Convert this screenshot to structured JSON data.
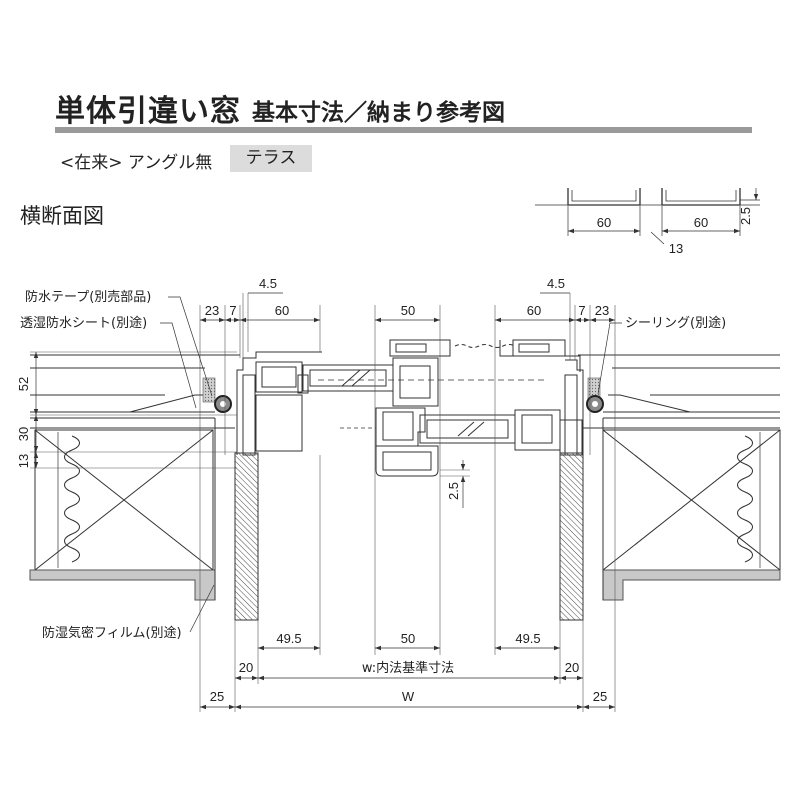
{
  "title": {
    "main": "単体引違い窓",
    "sub": "基本寸法／納まり参考図"
  },
  "subtitle": {
    "type": "<在来> アングル無",
    "badge": "テラス"
  },
  "section_label": "横断面図",
  "inset": {
    "left_width": "60",
    "right_width": "60",
    "gap": "13",
    "depth": "2.5"
  },
  "callouts": {
    "waterproof_tape": "防水テープ(別売部品)",
    "breathable_sheet": "透湿防水シート(別途)",
    "sealing": "シーリング(別途)",
    "vapor_film": "防湿気密フィルム(別途)"
  },
  "dims": {
    "top_left": {
      "offset": "4.5",
      "outer": "23",
      "gap": "7",
      "frame": "60"
    },
    "top_center": {
      "meeting": "50"
    },
    "top_right": {
      "offset": "4.5",
      "frame": "60",
      "gap": "7",
      "outer": "23"
    },
    "left_vertical": {
      "upper": "52",
      "middle": "30",
      "lower": "13"
    },
    "center_vertical": {
      "clearance": "2.5"
    },
    "bottom_row1": {
      "left": "49.5",
      "center": "50",
      "right": "49.5"
    },
    "bottom_row2": {
      "left": "20",
      "label": "w:内法基準寸法",
      "right": "20"
    },
    "bottom_row3": {
      "left": "25",
      "label": "W",
      "right": "25"
    }
  },
  "colors": {
    "title_bar": "#9a9a9a",
    "badge_bg": "#dcdcdc",
    "line": "#333333"
  }
}
